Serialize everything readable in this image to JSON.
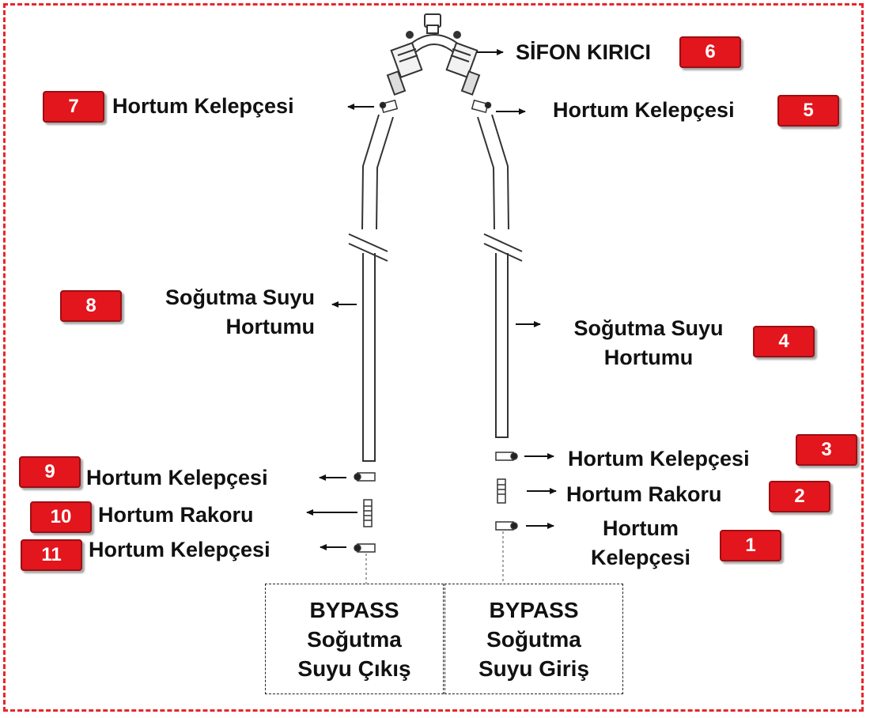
{
  "labels": {
    "siphon_breaker": "SİFON KIRICI",
    "clamp_top_left": "Hortum Kelepçesi",
    "clamp_top_right": "Hortum Kelepçesi",
    "hose_left_line1": "Soğutma Suyu",
    "hose_left_line2": "Hortumu",
    "hose_right_line1": "Soğutma Suyu",
    "hose_right_line2": "Hortumu",
    "clamp_right_3": "Hortum Kelepçesi",
    "fitting_right_2": "Hortum Rakoru",
    "clamp_right_1_line1": "Hortum",
    "clamp_right_1_line2": "Kelepçesi",
    "clamp_left_9": "Hortum Kelepçesi",
    "fitting_left_10": "Hortum Rakoru",
    "clamp_left_11": "Hortum Kelepçesi"
  },
  "badges": {
    "b1": "1",
    "b2": "2",
    "b3": "3",
    "b4": "4",
    "b5": "5",
    "b6": "6",
    "b7": "7",
    "b8": "8",
    "b9": "9",
    "b10": "10",
    "b11": "11"
  },
  "boxes": {
    "outlet": "BYPASS\nSoğutma\nSuyu Çıkış",
    "inlet": "BYPASS\nSoğutma\nSuyu Giriş"
  },
  "colors": {
    "accent": "#e3161d",
    "frame": "#e8262b"
  }
}
